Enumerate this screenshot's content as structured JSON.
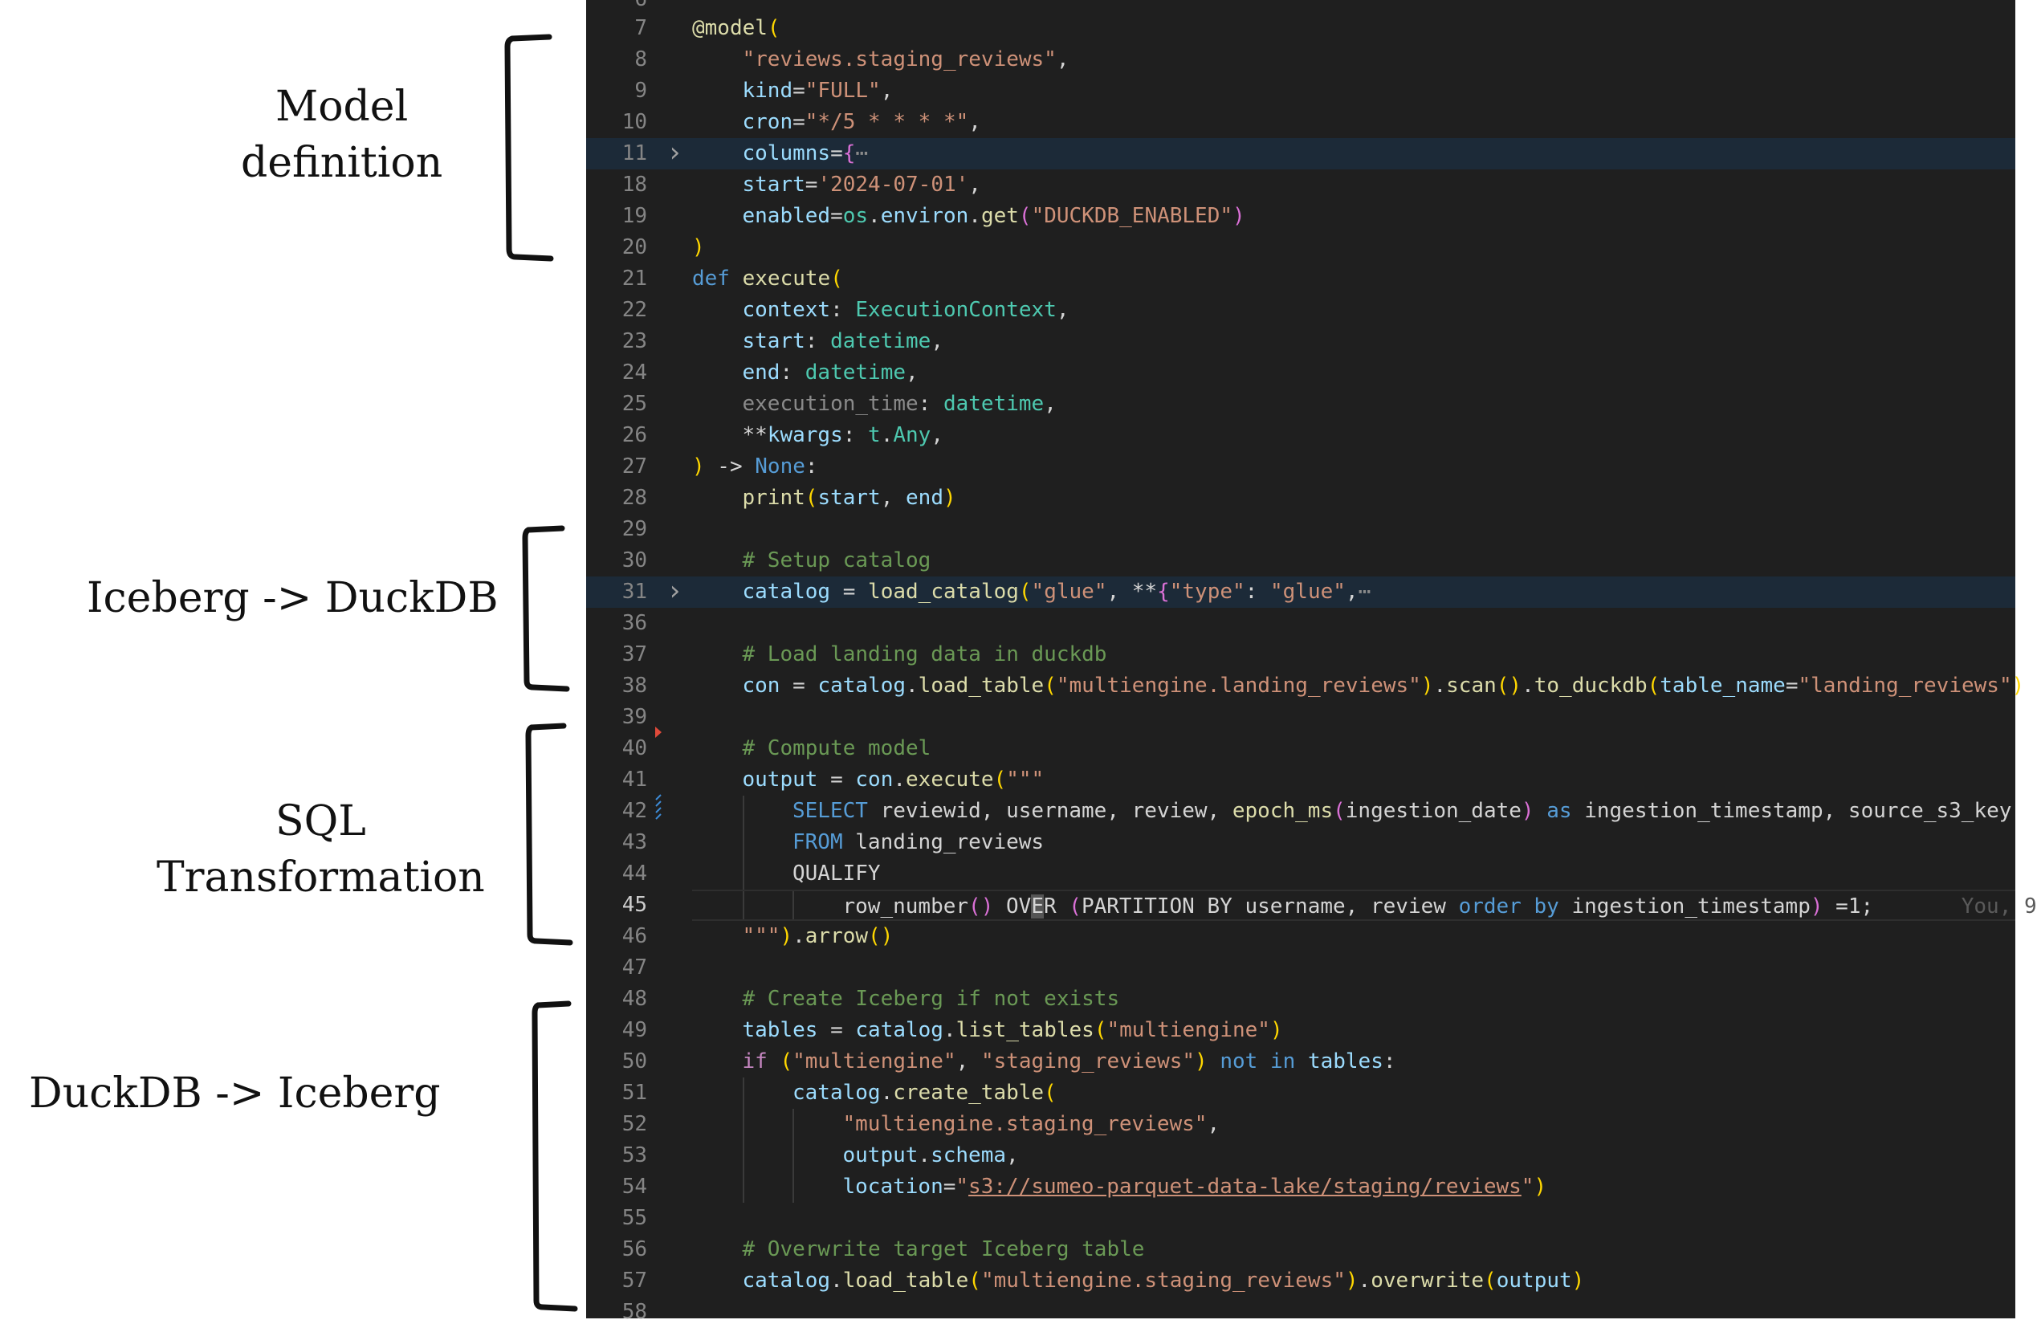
{
  "annotations": [
    {
      "id": "model-definition",
      "lines": [
        "Model",
        "definition"
      ]
    },
    {
      "id": "iceberg-to-duckdb",
      "lines": [
        "Iceberg -> DuckDB"
      ]
    },
    {
      "id": "sql-transformation",
      "lines": [
        "SQL",
        "Transformation"
      ]
    },
    {
      "id": "duckdb-to-iceberg",
      "lines": [
        "DuckDB -> Iceberg"
      ]
    }
  ],
  "editor": {
    "top_partial_line": "6",
    "bottom_partial_line": "58",
    "lines": [
      {
        "n": "7",
        "indent": 0,
        "tokens": [
          [
            "t-fn",
            "@model"
          ],
          [
            "t-br1",
            "("
          ]
        ]
      },
      {
        "n": "8",
        "indent": 1,
        "tokens": [
          [
            "t-str",
            "\"reviews.staging_reviews\""
          ],
          [
            "t-def",
            ","
          ]
        ]
      },
      {
        "n": "9",
        "indent": 1,
        "tokens": [
          [
            "t-var",
            "kind"
          ],
          [
            "t-def",
            "="
          ],
          [
            "t-str",
            "\"FULL\""
          ],
          [
            "t-def",
            ","
          ]
        ]
      },
      {
        "n": "10",
        "indent": 1,
        "tokens": [
          [
            "t-var",
            "cron"
          ],
          [
            "t-def",
            "="
          ],
          [
            "t-str",
            "\"*/5 * * * *\""
          ],
          [
            "t-def",
            ","
          ]
        ]
      },
      {
        "n": "11",
        "indent": 1,
        "fold": true,
        "hl": true,
        "tokens": [
          [
            "t-var",
            "columns"
          ],
          [
            "t-def",
            "="
          ],
          [
            "t-br2",
            "{"
          ],
          [
            "t-ellipsis",
            "⋯"
          ]
        ]
      },
      {
        "n": "18",
        "indent": 1,
        "tokens": [
          [
            "t-var",
            "start"
          ],
          [
            "t-def",
            "="
          ],
          [
            "t-str",
            "'2024-07-01'"
          ],
          [
            "t-def",
            ","
          ]
        ]
      },
      {
        "n": "19",
        "indent": 1,
        "tokens": [
          [
            "t-var",
            "enabled"
          ],
          [
            "t-def",
            "="
          ],
          [
            "t-type",
            "os"
          ],
          [
            "t-def",
            "."
          ],
          [
            "t-var",
            "environ"
          ],
          [
            "t-def",
            "."
          ],
          [
            "t-fn",
            "get"
          ],
          [
            "t-br2",
            "("
          ],
          [
            "t-str",
            "\"DUCKDB_ENABLED\""
          ],
          [
            "t-br2",
            ")"
          ]
        ]
      },
      {
        "n": "20",
        "indent": 0,
        "tokens": [
          [
            "t-br1",
            ")"
          ]
        ]
      },
      {
        "n": "21",
        "indent": 0,
        "tokens": [
          [
            "t-kw",
            "def"
          ],
          [
            "t-def",
            " "
          ],
          [
            "t-fn",
            "execute"
          ],
          [
            "t-br1",
            "("
          ]
        ]
      },
      {
        "n": "22",
        "indent": 1,
        "tokens": [
          [
            "t-var",
            "context"
          ],
          [
            "t-def",
            ": "
          ],
          [
            "t-type",
            "ExecutionContext"
          ],
          [
            "t-def",
            ","
          ]
        ]
      },
      {
        "n": "23",
        "indent": 1,
        "tokens": [
          [
            "t-var",
            "start"
          ],
          [
            "t-def",
            ": "
          ],
          [
            "t-type",
            "datetime"
          ],
          [
            "t-def",
            ","
          ]
        ]
      },
      {
        "n": "24",
        "indent": 1,
        "tokens": [
          [
            "t-var",
            "end"
          ],
          [
            "t-def",
            ": "
          ],
          [
            "t-type",
            "datetime"
          ],
          [
            "t-def",
            ","
          ]
        ]
      },
      {
        "n": "25",
        "indent": 1,
        "tokens": [
          [
            "t-dim",
            "execution_time"
          ],
          [
            "t-def",
            ": "
          ],
          [
            "t-type",
            "datetime"
          ],
          [
            "t-def",
            ","
          ]
        ]
      },
      {
        "n": "26",
        "indent": 1,
        "tokens": [
          [
            "t-def",
            "**"
          ],
          [
            "t-var",
            "kwargs"
          ],
          [
            "t-def",
            ": "
          ],
          [
            "t-type",
            "t"
          ],
          [
            "t-def",
            "."
          ],
          [
            "t-type",
            "Any"
          ],
          [
            "t-def",
            ","
          ]
        ]
      },
      {
        "n": "27",
        "indent": 0,
        "tokens": [
          [
            "t-br1",
            ")"
          ],
          [
            "t-def",
            " -> "
          ],
          [
            "t-kw",
            "None"
          ],
          [
            "t-def",
            ":"
          ]
        ]
      },
      {
        "n": "28",
        "indent": 1,
        "tokens": [
          [
            "t-fn",
            "print"
          ],
          [
            "t-br1",
            "("
          ],
          [
            "t-var",
            "start"
          ],
          [
            "t-def",
            ", "
          ],
          [
            "t-var",
            "end"
          ],
          [
            "t-br1",
            ")"
          ]
        ]
      },
      {
        "n": "29",
        "indent": 1,
        "tokens": []
      },
      {
        "n": "30",
        "indent": 1,
        "tokens": [
          [
            "t-com",
            "# Setup catalog"
          ]
        ]
      },
      {
        "n": "31",
        "indent": 1,
        "fold": true,
        "hl": true,
        "tokens": [
          [
            "t-var",
            "catalog"
          ],
          [
            "t-def",
            " = "
          ],
          [
            "t-fn",
            "load_catalog"
          ],
          [
            "t-br1",
            "("
          ],
          [
            "t-str",
            "\"glue\""
          ],
          [
            "t-def",
            ", **"
          ],
          [
            "t-br2",
            "{"
          ],
          [
            "t-str",
            "\"type\""
          ],
          [
            "t-def",
            ": "
          ],
          [
            "t-str",
            "\"glue\""
          ],
          [
            "t-def",
            ","
          ],
          [
            "t-ellipsis",
            "⋯"
          ]
        ]
      },
      {
        "n": "36",
        "indent": 1,
        "tokens": []
      },
      {
        "n": "37",
        "indent": 1,
        "tokens": [
          [
            "t-com",
            "# Load landing data in duckdb"
          ]
        ]
      },
      {
        "n": "38",
        "indent": 1,
        "tokens": [
          [
            "t-var",
            "con"
          ],
          [
            "t-def",
            " = "
          ],
          [
            "t-var",
            "catalog"
          ],
          [
            "t-def",
            "."
          ],
          [
            "t-fn",
            "load_table"
          ],
          [
            "t-br1",
            "("
          ],
          [
            "t-str",
            "\"multiengine.landing_reviews\""
          ],
          [
            "t-br1",
            ")"
          ],
          [
            "t-def",
            "."
          ],
          [
            "t-fn",
            "scan"
          ],
          [
            "t-br1",
            "()"
          ],
          [
            "t-def",
            "."
          ],
          [
            "t-fn",
            "to_duckdb"
          ],
          [
            "t-br1",
            "("
          ],
          [
            "t-var",
            "table_name"
          ],
          [
            "t-def",
            "="
          ],
          [
            "t-str",
            "\"landing_reviews\""
          ],
          [
            "t-br1",
            ")"
          ]
        ]
      },
      {
        "n": "39",
        "indent": 1,
        "tokens": []
      },
      {
        "n": "40",
        "indent": 1,
        "tokens": [
          [
            "t-com",
            "# Compute model"
          ]
        ]
      },
      {
        "n": "41",
        "indent": 1,
        "tokens": [
          [
            "t-var",
            "output"
          ],
          [
            "t-def",
            " = "
          ],
          [
            "t-var",
            "con"
          ],
          [
            "t-def",
            "."
          ],
          [
            "t-fn",
            "execute"
          ],
          [
            "t-br1",
            "("
          ],
          [
            "t-str",
            "\"\"\""
          ]
        ]
      },
      {
        "n": "42",
        "indent": 2,
        "tokens": [
          [
            "t-kw",
            "SELECT"
          ],
          [
            "t-def",
            " reviewid, username, review, "
          ],
          [
            "t-fn",
            "epoch_ms"
          ],
          [
            "t-br2",
            "("
          ],
          [
            "t-def",
            "ingestion_date"
          ],
          [
            "t-br2",
            ")"
          ],
          [
            "t-def",
            " "
          ],
          [
            "t-kw",
            "as"
          ],
          [
            "t-def",
            " ingestion_timestamp, source_s3_key"
          ]
        ]
      },
      {
        "n": "43",
        "indent": 2,
        "tokens": [
          [
            "t-kw",
            "FROM"
          ],
          [
            "t-def",
            " landing_reviews"
          ]
        ]
      },
      {
        "n": "44",
        "indent": 2,
        "tokens": [
          [
            "t-def",
            "QUALIFY"
          ]
        ]
      },
      {
        "n": "45",
        "indent": 3,
        "cur": true,
        "tokens": [
          [
            "t-def",
            "row_number"
          ],
          [
            "t-br2",
            "()"
          ],
          [
            "t-def",
            " OV"
          ],
          [
            "cursor",
            "E"
          ],
          [
            "t-def",
            "R "
          ],
          [
            "t-br2",
            "("
          ],
          [
            "t-def",
            "PARTITION BY username, review "
          ],
          [
            "t-kw",
            "order by"
          ],
          [
            "t-def",
            " ingestion_timestamp"
          ],
          [
            "t-br2",
            ")"
          ],
          [
            "t-def",
            " =1;"
          ],
          [
            "t-blame",
            "       You, 9"
          ]
        ]
      },
      {
        "n": "46",
        "indent": 1,
        "tokens": [
          [
            "t-str",
            "\"\"\""
          ],
          [
            "t-br1",
            ")"
          ],
          [
            "t-def",
            "."
          ],
          [
            "t-fn",
            "arrow"
          ],
          [
            "t-br1",
            "()"
          ]
        ]
      },
      {
        "n": "47",
        "indent": 1,
        "tokens": []
      },
      {
        "n": "48",
        "indent": 1,
        "tokens": [
          [
            "t-com",
            "# Create Iceberg if not exists"
          ]
        ]
      },
      {
        "n": "49",
        "indent": 1,
        "tokens": [
          [
            "t-var",
            "tables"
          ],
          [
            "t-def",
            " = "
          ],
          [
            "t-var",
            "catalog"
          ],
          [
            "t-def",
            "."
          ],
          [
            "t-fn",
            "list_tables"
          ],
          [
            "t-br1",
            "("
          ],
          [
            "t-str",
            "\"multiengine\""
          ],
          [
            "t-br1",
            ")"
          ]
        ]
      },
      {
        "n": "50",
        "indent": 1,
        "tokens": [
          [
            "t-ctl",
            "if"
          ],
          [
            "t-def",
            " "
          ],
          [
            "t-br1",
            "("
          ],
          [
            "t-str",
            "\"multiengine\""
          ],
          [
            "t-def",
            ", "
          ],
          [
            "t-str",
            "\"staging_reviews\""
          ],
          [
            "t-br1",
            ")"
          ],
          [
            "t-def",
            " "
          ],
          [
            "t-kw",
            "not in"
          ],
          [
            "t-def",
            " "
          ],
          [
            "t-var",
            "tables"
          ],
          [
            "t-def",
            ":"
          ]
        ]
      },
      {
        "n": "51",
        "indent": 2,
        "tokens": [
          [
            "t-var",
            "catalog"
          ],
          [
            "t-def",
            "."
          ],
          [
            "t-fn",
            "create_table"
          ],
          [
            "t-br1",
            "("
          ]
        ]
      },
      {
        "n": "52",
        "indent": 3,
        "tokens": [
          [
            "t-str",
            "\"multiengine.staging_reviews\""
          ],
          [
            "t-def",
            ","
          ]
        ]
      },
      {
        "n": "53",
        "indent": 3,
        "tokens": [
          [
            "t-var",
            "output"
          ],
          [
            "t-def",
            "."
          ],
          [
            "t-var",
            "schema"
          ],
          [
            "t-def",
            ","
          ]
        ]
      },
      {
        "n": "54",
        "indent": 3,
        "tokens": [
          [
            "t-var",
            "location"
          ],
          [
            "t-def",
            "="
          ],
          [
            "t-str",
            "\""
          ],
          [
            "t-str t-link",
            "s3://sumeo-parquet-data-lake/staging/reviews"
          ],
          [
            "t-str",
            "\""
          ],
          [
            "t-br1",
            ")"
          ]
        ]
      },
      {
        "n": "55",
        "indent": 1,
        "tokens": []
      },
      {
        "n": "56",
        "indent": 1,
        "tokens": [
          [
            "t-com",
            "# Overwrite target Iceberg table"
          ]
        ]
      },
      {
        "n": "57",
        "indent": 1,
        "tokens": [
          [
            "t-var",
            "catalog"
          ],
          [
            "t-def",
            "."
          ],
          [
            "t-fn",
            "load_table"
          ],
          [
            "t-br1",
            "("
          ],
          [
            "t-str",
            "\"multiengine.staging_reviews\""
          ],
          [
            "t-br1",
            ")"
          ],
          [
            "t-def",
            "."
          ],
          [
            "t-fn",
            "overwrite"
          ],
          [
            "t-br1",
            "("
          ],
          [
            "t-var",
            "output"
          ],
          [
            "t-br1",
            ")"
          ]
        ]
      }
    ]
  }
}
